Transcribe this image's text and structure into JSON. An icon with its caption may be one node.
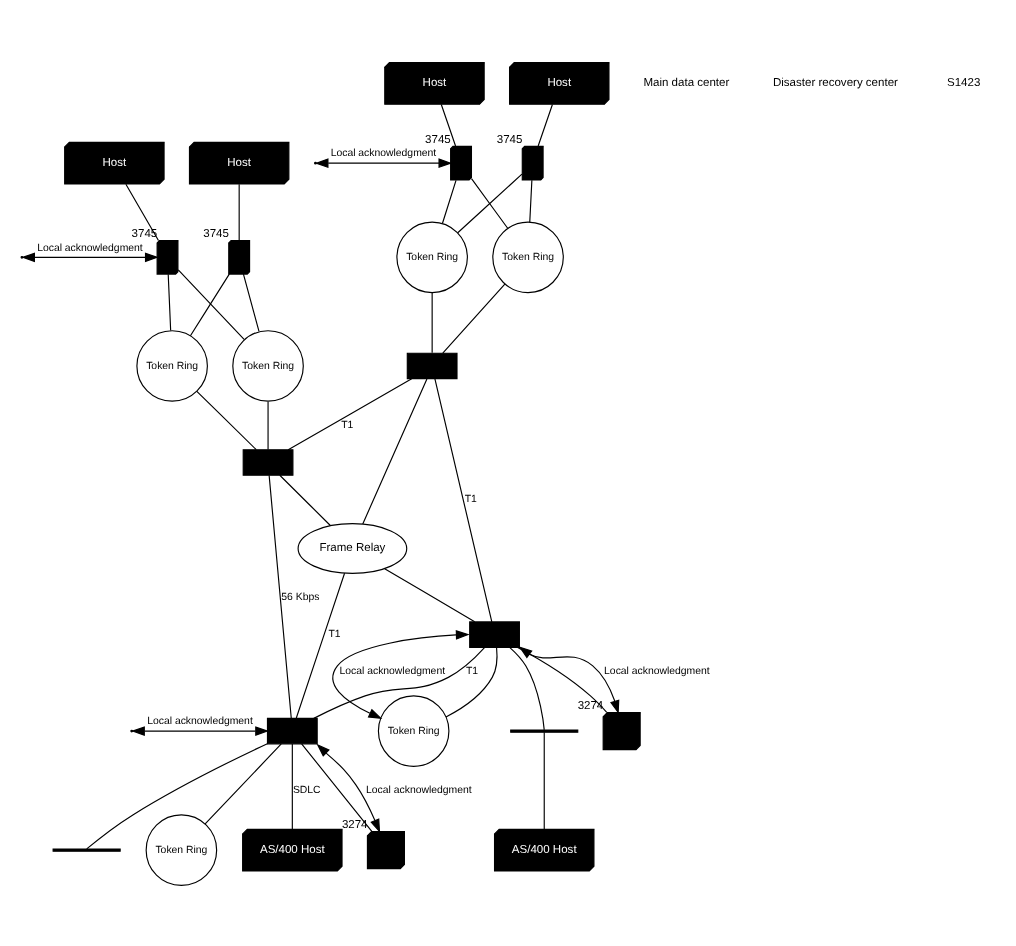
{
  "diagram": {
    "nodes": [
      {
        "text": [
          "Host"
        ]
      },
      {
        "text": [
          "Host"
        ]
      },
      {
        "text": [
          "3745"
        ]
      },
      {
        "text": [
          "3745"
        ]
      },
      {
        "text": [
          "Token Ring"
        ]
      },
      {
        "text": [
          "Token Ring"
        ]
      },
      {
        "text": [],
        "shape": "box"
      },
      {
        "text": [
          "Host"
        ]
      },
      {
        "text": [
          "Host"
        ]
      },
      {
        "text": [
          "3745"
        ]
      },
      {
        "text": [
          "3745"
        ]
      },
      {
        "text": [
          "Token Ring"
        ]
      },
      {
        "text": [
          "Token Ring"
        ]
      },
      {
        "text": [],
        "shape": "box"
      },
      {
        "text": [
          "Frame Relay"
        ]
      },
      {
        "text": [],
        "shape": "box"
      },
      {
        "text": [],
        "shape": "box"
      },
      {
        "text": [
          "Token Ring"
        ]
      },
      {
        "text": [
          "3274"
        ]
      },
      {
        "text": [],
        "shape": "bar"
      },
      {
        "text": [
          "AS/400 Host"
        ]
      },
      {
        "text": [
          "AS/400 Host"
        ]
      },
      {
        "text": [
          "Token Ring"
        ]
      },
      {
        "text": [
          "3274"
        ]
      },
      {
        "text": [],
        "shape": "bar"
      }
    ],
    "edges": [
      {
        "from": 0,
        "to": 2,
        "arrow": "none"
      },
      {
        "from": 1,
        "to": 3,
        "arrow": "none"
      },
      {
        "from": 2,
        "to": 4,
        "arrow": "none"
      },
      {
        "from": 2,
        "to": 5,
        "arrow": "none"
      },
      {
        "from": 3,
        "to": 4,
        "arrow": "none"
      },
      {
        "from": 3,
        "to": 5,
        "arrow": "none"
      },
      {
        "from": 4,
        "to": 6,
        "arrow": "none"
      },
      {
        "from": 5,
        "to": 6,
        "arrow": "none"
      },
      {
        "from": 7,
        "to": 9,
        "arrow": "none"
      },
      {
        "from": 8,
        "to": 10,
        "arrow": "none"
      },
      {
        "from": 9,
        "to": 11,
        "arrow": "none"
      },
      {
        "from": 9,
        "to": 12,
        "arrow": "none"
      },
      {
        "from": 10,
        "to": 11,
        "arrow": "none"
      },
      {
        "from": 10,
        "to": 12,
        "arrow": "none"
      },
      {
        "from": 11,
        "to": 13,
        "arrow": "none"
      },
      {
        "from": 12,
        "to": 13,
        "arrow": "none"
      },
      {
        "from": 2,
        "to": null,
        "arrow": "both",
        "label": "Local acknowledgment"
      },
      {
        "from": 9,
        "to": null,
        "arrow": "both",
        "label": "Local acknowledgment"
      },
      {
        "from": 6,
        "to": 13,
        "arrow": "none",
        "label": "T1"
      },
      {
        "from": 6,
        "to": 14,
        "arrow": "none"
      },
      {
        "from": 13,
        "to": 14,
        "arrow": "none"
      },
      {
        "from": 6,
        "to": 15,
        "arrow": "none",
        "label": "T1"
      },
      {
        "from": 13,
        "to": 16,
        "arrow": "none",
        "label": "56 Kbps"
      },
      {
        "from": 14,
        "to": 15,
        "arrow": "none"
      },
      {
        "from": 14,
        "to": 16,
        "arrow": "none",
        "label": "T1"
      },
      {
        "from": 15,
        "to": 16,
        "arrow": "none",
        "label": "T1"
      },
      {
        "from": 15,
        "to": 17,
        "arrow": "both",
        "label": "Local acknowledgment"
      },
      {
        "from": 15,
        "to": 18,
        "arrow": "both",
        "label": "Local acknowledgment"
      },
      {
        "from": 15,
        "to": 17,
        "arrow": "none"
      },
      {
        "from": 15,
        "to": 19,
        "arrow": "none"
      },
      {
        "from": 15,
        "to": 18,
        "arrow": "none"
      },
      {
        "from": 19,
        "to": 20,
        "arrow": "none"
      },
      {
        "from": null,
        "to": 16,
        "arrow": "both",
        "label": "Local acknowledgment"
      },
      {
        "from": 16,
        "to": 21,
        "arrow": "none",
        "label": "SDLC"
      },
      {
        "from": 16,
        "to": 23,
        "arrow": "both",
        "label": "Local acknowledgment"
      },
      {
        "from": 16,
        "to": 22,
        "arrow": "none"
      },
      {
        "from": 16,
        "to": 24,
        "arrow": "none"
      },
      {
        "from": 16,
        "to": 23,
        "arrow": "none"
      }
    ],
    "labels": [
      "Main data center",
      "Disaster recovery center",
      "S1423"
    ]
  }
}
